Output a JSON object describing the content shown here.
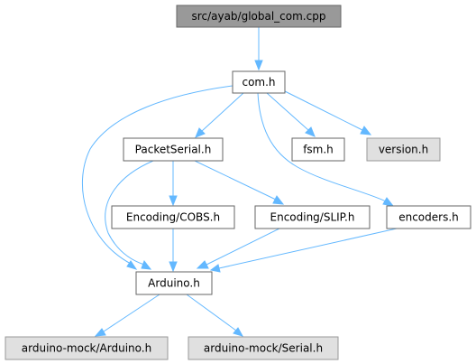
{
  "diagram": {
    "type": "include-dependency-graph",
    "colors": {
      "edge": "#63b8ff",
      "focus_fill": "#999999",
      "node_border": "#666666",
      "external_fill": "#e0e0e0",
      "external_border": "#999999"
    },
    "nodes": {
      "global_com_cpp": {
        "label": "src/ayab/global_com.cpp",
        "kind": "focus"
      },
      "com_h": {
        "label": "com.h",
        "kind": "local"
      },
      "packetserial_h": {
        "label": "PacketSerial.h",
        "kind": "local"
      },
      "fsm_h": {
        "label": "fsm.h",
        "kind": "local"
      },
      "version_h": {
        "label": "version.h",
        "kind": "external"
      },
      "encoding_cobs_h": {
        "label": "Encoding/COBS.h",
        "kind": "local"
      },
      "encoding_slip_h": {
        "label": "Encoding/SLIP.h",
        "kind": "local"
      },
      "encoders_h": {
        "label": "encoders.h",
        "kind": "local"
      },
      "arduino_h": {
        "label": "Arduino.h",
        "kind": "local"
      },
      "arduino_mock_arduino_h": {
        "label": "arduino-mock/Arduino.h",
        "kind": "external"
      },
      "arduino_mock_serial_h": {
        "label": "arduino-mock/Serial.h",
        "kind": "external"
      }
    },
    "edges": [
      {
        "from": "global_com_cpp",
        "to": "com_h"
      },
      {
        "from": "com_h",
        "to": "packetserial_h"
      },
      {
        "from": "com_h",
        "to": "fsm_h"
      },
      {
        "from": "com_h",
        "to": "version_h"
      },
      {
        "from": "com_h",
        "to": "encoders_h"
      },
      {
        "from": "com_h",
        "to": "arduino_h"
      },
      {
        "from": "packetserial_h",
        "to": "encoding_cobs_h"
      },
      {
        "from": "packetserial_h",
        "to": "encoding_slip_h"
      },
      {
        "from": "packetserial_h",
        "to": "arduino_h"
      },
      {
        "from": "encoding_cobs_h",
        "to": "arduino_h"
      },
      {
        "from": "encoding_slip_h",
        "to": "arduino_h"
      },
      {
        "from": "encoders_h",
        "to": "arduino_h"
      },
      {
        "from": "arduino_h",
        "to": "arduino_mock_arduino_h"
      },
      {
        "from": "arduino_h",
        "to": "arduino_mock_serial_h"
      }
    ]
  }
}
